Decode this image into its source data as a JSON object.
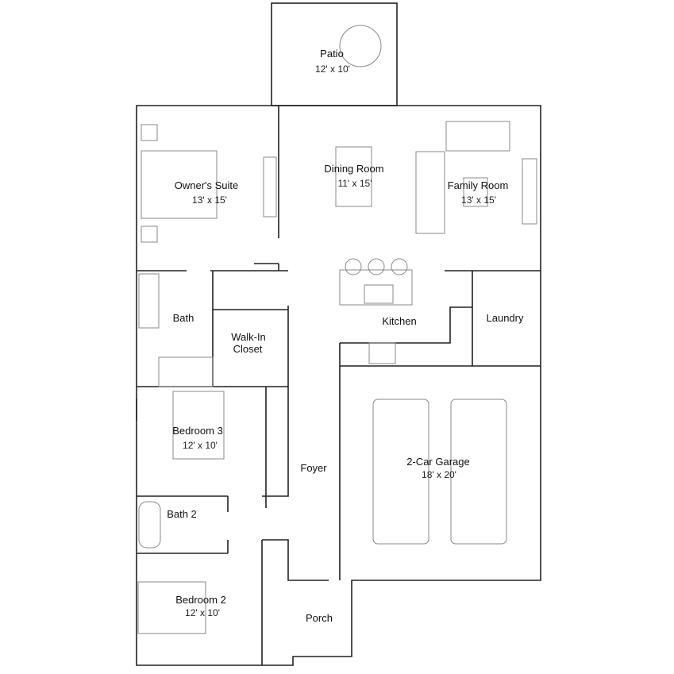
{
  "rooms": {
    "patio": {
      "name": "Patio",
      "size": "12' x 10'"
    },
    "owners_suite": {
      "name": "Owner's Suite",
      "size": "13' x 15'"
    },
    "dining_room": {
      "name": "Dining Room",
      "size": "11' x 15'"
    },
    "family_room": {
      "name": "Family Room",
      "size": "13' x 15'"
    },
    "bath": {
      "name": "Bath"
    },
    "walk_in_closet": {
      "name_line1": "Walk-In",
      "name_line2": "Closet"
    },
    "kitchen": {
      "name": "Kitchen"
    },
    "laundry": {
      "name": "Laundry"
    },
    "bedroom_3": {
      "name": "Bedroom 3",
      "size": "12' x 10'"
    },
    "foyer": {
      "name": "Foyer"
    },
    "garage": {
      "name": "2-Car Garage",
      "size": "18' x 20'"
    },
    "bath_2": {
      "name": "Bath 2"
    },
    "bedroom_2": {
      "name": "Bedroom 2",
      "size": "12' x 10'"
    },
    "porch": {
      "name": "Porch"
    }
  }
}
